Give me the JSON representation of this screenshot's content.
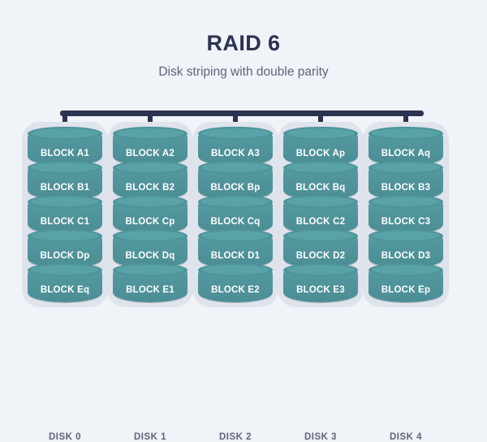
{
  "heading": {
    "title": "RAID 6",
    "subtitle": "Disk striping with double parity"
  },
  "colors": {
    "background": "#f0f3f7",
    "title_text": "#2b3350",
    "subtitle_text": "#5c6579",
    "bus_line": "#2b3350",
    "disk_casing": "#dfe3ec",
    "block_fill": "#52969d",
    "block_cap": "#59a2a8",
    "block_text": "#ffffff",
    "disk_label_text": "#5c6579"
  },
  "connector": {
    "name": "raid-controller-bus",
    "drop_count": 5
  },
  "disks": [
    {
      "label": "DISK 0",
      "blocks": [
        "BLOCK A1",
        "BLOCK B1",
        "BLOCK C1",
        "BLOCK Dp",
        "BLOCK Eq"
      ]
    },
    {
      "label": "DISK 1",
      "blocks": [
        "BLOCK A2",
        "BLOCK B2",
        "BLOCK Cp",
        "BLOCK Dq",
        "BLOCK E1"
      ]
    },
    {
      "label": "DISK 2",
      "blocks": [
        "BLOCK A3",
        "BLOCK Bp",
        "BLOCK Cq",
        "BLOCK D1",
        "BLOCK E2"
      ]
    },
    {
      "label": "DISK 3",
      "blocks": [
        "BLOCK Ap",
        "BLOCK Bq",
        "BLOCK C2",
        "BLOCK D2",
        "BLOCK E3"
      ]
    },
    {
      "label": "DISK 4",
      "blocks": [
        "BLOCK Aq",
        "BLOCK B3",
        "BLOCK C3",
        "BLOCK D3",
        "BLOCK Ep"
      ]
    }
  ]
}
